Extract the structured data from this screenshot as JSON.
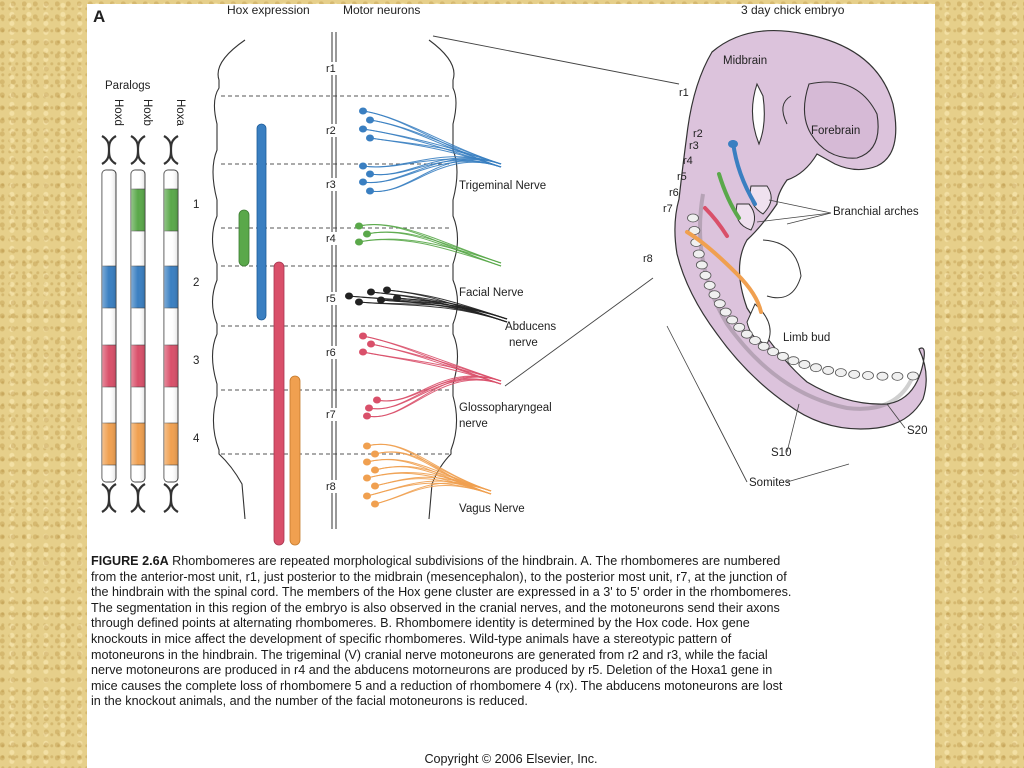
{
  "figure": {
    "panel_letter": "A",
    "headers": {
      "hox_expression": "Hox expression",
      "motor_neurons": "Motor neurons",
      "embryo": "3 day chick embryo"
    },
    "paralogs": {
      "title": "Paralogs",
      "columns": [
        "Hoxd",
        "Hoxb",
        "Hoxa"
      ],
      "groups": [
        "1",
        "2",
        "3",
        "4"
      ]
    },
    "rhombomeres": [
      "r1",
      "r2",
      "r3",
      "r4",
      "r5",
      "r6",
      "r7",
      "r8"
    ],
    "nerves": {
      "trigeminal": "Trigeminal Nerve",
      "facial": "Facial Nerve",
      "abducens": [
        "Abducens",
        "nerve"
      ],
      "glossopharyngeal": [
        "Glossopharyngeal",
        "nerve"
      ],
      "vagus": "Vagus Nerve"
    },
    "embryo_labels": {
      "midbrain": "Midbrain",
      "forebrain": "Forebrain",
      "branchial_arches": "Branchial arches",
      "limb_bud": "Limb bud",
      "somites": "Somites",
      "s10": "S10",
      "s20": "S20",
      "r_labels": [
        "r1",
        "r2",
        "r3",
        "r4",
        "r5",
        "r6",
        "r7",
        "r8"
      ]
    },
    "colors": {
      "group1_green": "#5aa84a",
      "group2_blue": "#3a7fc1",
      "group3_red": "#d9506a",
      "group4_orange": "#f0a050",
      "embryo_pink": "#dcc3dc",
      "motor_black": "#222222"
    }
  },
  "caption": {
    "figure_label": "FIGURE 2.6A",
    "lines": [
      " Rhombomeres are repeated morphological subdivisions of the hindbrain. A. The rhombomeres are numbered",
      "from the anterior-most unit, r1, just posterior to the midbrain (mesencephalon), to the posterior most unit, r7, at the junction of",
      "the hindbrain with the spinal cord. The members of the Hox gene cluster are expressed in a 3' to 5' order in the rhombomeres.",
      "The segmentation in this region of the embryo is also observed in the cranial nerves, and the motoneurons send their axons",
      "through defined points at alternating rhombomeres. B. Rhombomere identity is determined by the Hox code. Hox gene",
      "knockouts in mice affect the development of specific rhombomeres. Wild-type animals have a stereotypic pattern of",
      "motoneurons in the hindbrain. The trigeminal (V) cranial nerve motoneurons are generated from r2 and r3, while the facial",
      "nerve motoneurons are produced in r4 and the abducens motorneurons are produced by r5. Deletion of the Hoxa1 gene in",
      "mice causes the complete loss of rhombomere 5 and a reduction of rhombomere 4 (rx). The abducens motoneurons are lost",
      "in the knockout animals, and the number of the facial motoneurons is reduced."
    ],
    "copyright": "Copyright © 2006 Elsevier, Inc."
  }
}
